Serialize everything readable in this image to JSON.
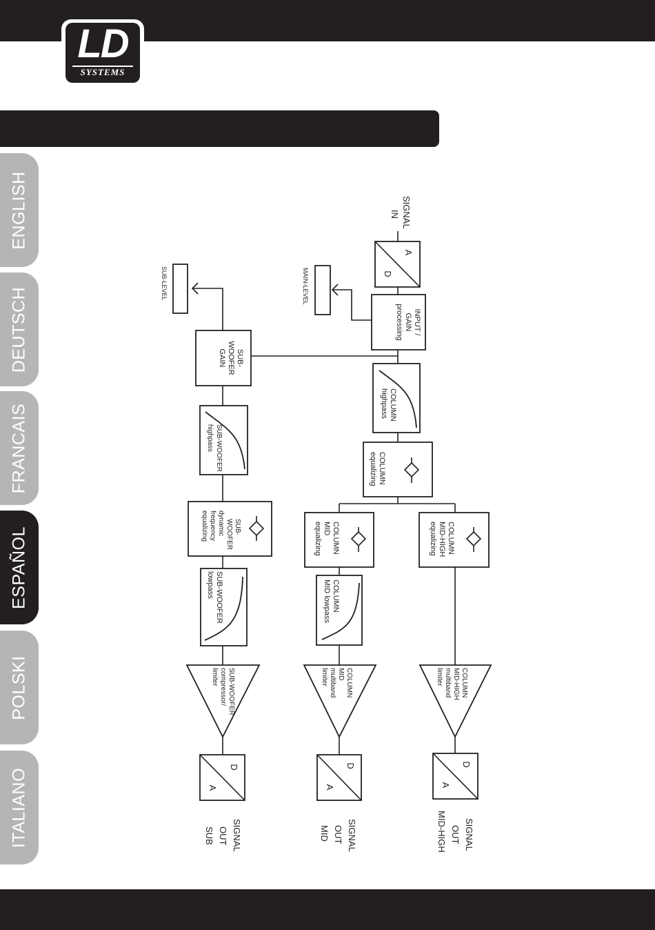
{
  "brand": {
    "logo_main": "LD",
    "logo_sub": "SYSTEMS"
  },
  "languages": [
    {
      "label": "ENGLISH",
      "active": false
    },
    {
      "label": "DEUTSCH",
      "active": false
    },
    {
      "label": "FRANCAIS",
      "active": false
    },
    {
      "label": "ESPAÑOL",
      "active": true
    },
    {
      "label": "POLSKI",
      "active": false
    },
    {
      "label": "ITALIANO",
      "active": false
    }
  ],
  "diagram": {
    "signal_in": [
      "SIGNAL",
      "IN"
    ],
    "adc": {
      "top": "A",
      "bottom": "D"
    },
    "input_gain": [
      "INPUT /",
      "GAIN",
      "processing"
    ],
    "main_level": "MAIN-LEVEL",
    "sub_level": "SUB-LEVEL",
    "column_highpass": [
      "COLUMN",
      "highpass"
    ],
    "column_equalizing": [
      "COLUMN",
      "equalizing"
    ],
    "column_mid_equalizing": [
      "COLUMN",
      "MID",
      "equalizing"
    ],
    "column_midhigh_equalizing": [
      "COLUMN",
      "MID-HIGH",
      "equalizing"
    ],
    "column_mid_lowpass": [
      "COLUMN",
      "MID lowpass"
    ],
    "subwoofer_gain": [
      "SUB-",
      "WOOFER",
      "GAIN"
    ],
    "subwoofer_highpass": [
      "SUB-WOOFER",
      "highpass"
    ],
    "subwoofer_dyn_eq": [
      "SUB-",
      "WOOFER",
      "dynamic",
      "frequency",
      "equalizing"
    ],
    "subwoofer_lowpass": [
      "SUB-WOOFER",
      "lowpass"
    ],
    "subwoofer_comp": [
      "SUB-WOOFER",
      "compressor/",
      "limiter"
    ],
    "column_mid_limiter": [
      "COLUMN",
      "MID",
      "multiband",
      "limiter"
    ],
    "column_midhigh_limiter": [
      "COLUMN",
      "MID-HIGH",
      "multiband",
      "limiter"
    ],
    "dac": {
      "top": "D",
      "bottom": "A"
    },
    "out_sub": [
      "SIGNAL",
      "OUT",
      "SUB"
    ],
    "out_mid": [
      "SIGNAL",
      "OUT",
      "MID"
    ],
    "out_midhigh": [
      "SIGNAL",
      "OUT",
      "MID-HIGH"
    ]
  }
}
